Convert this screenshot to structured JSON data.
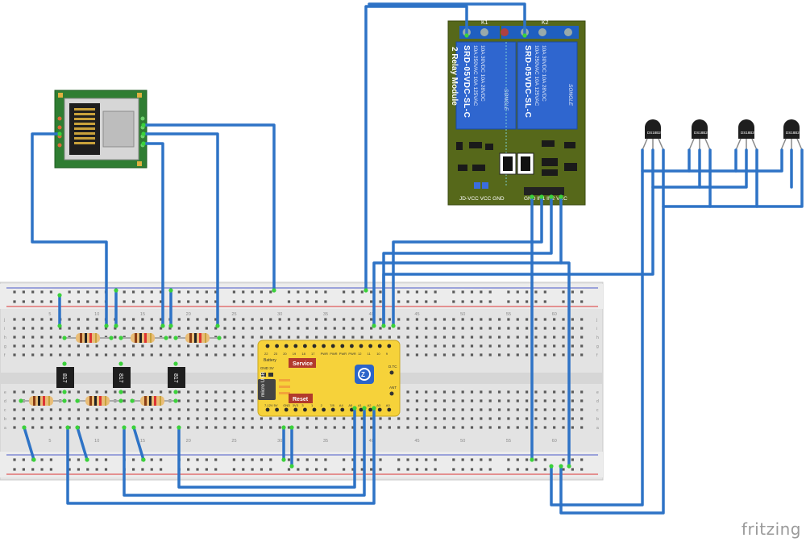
{
  "relay_module": {
    "title": "2 Relay Module",
    "terminal_k1": "K1",
    "terminal_k2": "K2",
    "relay_model": "SRD-05VDC-SL-C",
    "relay_brand": "SONGLE",
    "rating_1": "10A 250VAC 10A 125VAC",
    "rating_2": "10A 30VDC 10A 28VDC",
    "jumper_label": "JD-VCC VCC GND",
    "input_header_label": "GND IN1 IN2 VCC"
  },
  "breadboard": {
    "row_letters": [
      "j",
      "i",
      "h",
      "g",
      "f",
      "e",
      "d",
      "c",
      "b",
      "a"
    ],
    "column_numbers": [
      "5",
      "10",
      "15",
      "20",
      "25",
      "30",
      "35",
      "40",
      "45",
      "50",
      "55",
      "60"
    ]
  },
  "optocouplers": {
    "label": "817",
    "count": 3
  },
  "sensors": {
    "label": "DS18B20",
    "count": 4
  },
  "microcontroller": {
    "top_pins": [
      "22",
      "23",
      "20",
      "19",
      "18",
      "17",
      "PWR",
      "PWR",
      "PWR",
      "PWR",
      "12",
      "11",
      "10",
      "9"
    ],
    "bottom_pins": [
      "7-12V",
      "5V",
      "GND",
      "3V3",
      "3",
      "1",
      "2",
      "7/8",
      "A4",
      "A5",
      "A1",
      "A2",
      "A3",
      "A0"
    ],
    "battery_label": "Battery",
    "battery_pins": "GND 3V",
    "usb_label": "micro USB",
    "service_button": "Service",
    "reset_button": "Reset",
    "dtc_label": "D.TC",
    "ant_label": "ANT"
  },
  "watermark": "fritzing",
  "colors": {
    "wire": "#2e73c6",
    "wire_dark": "#1a4f96",
    "relay_board": "#5a6b1c",
    "relay_body": "#2f66cf",
    "pcb_green": "#2f7d32",
    "arduino": "#f6d23a",
    "breadboard": "#e6e6e6"
  }
}
